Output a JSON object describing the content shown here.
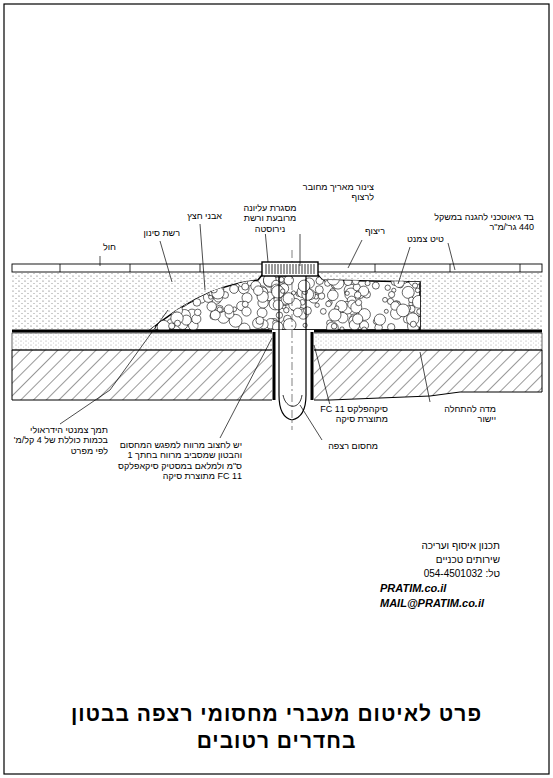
{
  "diagram": {
    "title": "פרט לאיטום מעברי מחסומי רצפה בבטון בחדרים רטובים",
    "labels": [
      "צינור מאריך מחובר לרצוף",
      "בד גיאוטכני להגנה במשקל 440 גר'/מ\"ר",
      "ריצוף",
      "טיט צמנט",
      "מסגרת עליונה מרובעת ורשת נירוסטה",
      "אבני חצץ",
      "רשת סינון",
      "חול",
      "תמך צמנטי הידראולי בכמות כוללת של 4 קל/מ' לפי מפרט",
      "יש לחצוב מרווח למפגש המחסום והבטון שמסביב מרווח בחתך 1 ס\"מ ולמלאם במסטיק סיקאפלקס 11 FC מתוצרת סיקה",
      "סיקהפלקס 11 FC מתוצרת סיקה",
      "מחסום רצפה",
      "מדה להתחלה יישור",
      "תכנון איסוף ועריכה",
      "שירותים טכניים",
      "טל: 054-4501032",
      "PRATIM.co.il",
      "MAIL@PRATIM.co.il"
    ]
  }
}
